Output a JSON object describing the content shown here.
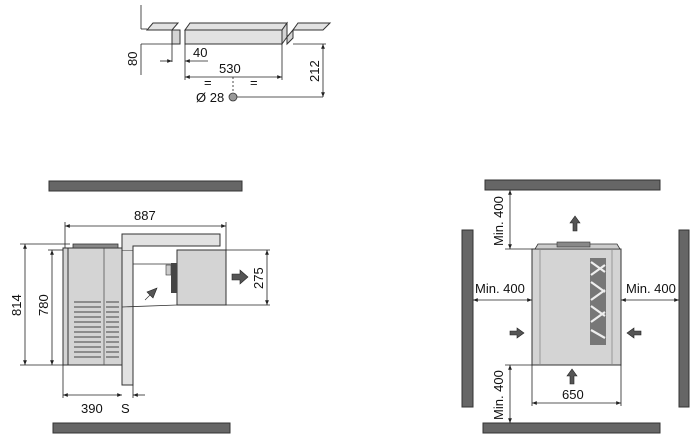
{
  "top_view": {
    "dim_height": "80",
    "dim_offset": "40",
    "dim_width": "530",
    "equal_left": "=",
    "equal_right": "=",
    "pipe_diameter": "Ø 28",
    "dim_pipe_height": "212"
  },
  "side_view": {
    "dim_total_width": "887",
    "dim_total_height": "814",
    "dim_body_height": "780",
    "dim_evaporator_height": "275",
    "dim_body_depth": "390",
    "dim_wall": "S"
  },
  "front_view": {
    "clearance_top": "Min. 400",
    "clearance_left": "Min. 400",
    "clearance_right": "Min. 400",
    "clearance_bottom": "Min. 400",
    "dim_width": "650"
  },
  "colors": {
    "wall": "#666666",
    "unit": "#d4d4d4",
    "arrow": "#555555"
  }
}
